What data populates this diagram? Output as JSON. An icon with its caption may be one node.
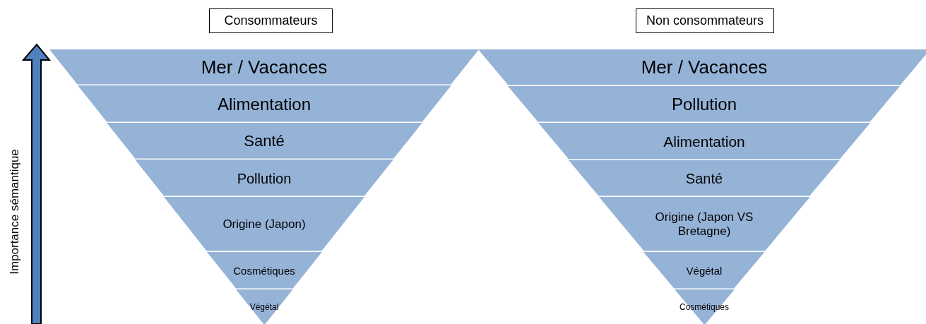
{
  "diagram": {
    "nodes": [
      {
        "text": [
          "Consommateurs"
        ]
      },
      {
        "text": [
          "Non consommateurs"
        ]
      },
      {
        "text": [
          "Mer / Vacances"
        ]
      },
      {
        "text": [
          "Alimentation"
        ]
      },
      {
        "text": [
          "Santé"
        ]
      },
      {
        "text": [
          "Pollution"
        ]
      },
      {
        "text": [
          "Origine (Japon)"
        ]
      },
      {
        "text": [
          "Cosmétiques"
        ]
      },
      {
        "text": [
          "Végétal"
        ]
      },
      {
        "text": [
          "Mer / Vacances"
        ]
      },
      {
        "text": [
          "Pollution"
        ]
      },
      {
        "text": [
          "Alimentation"
        ]
      },
      {
        "text": [
          "Santé"
        ]
      },
      {
        "text": [
          "Origine (Japon VS Bretagne)"
        ]
      },
      {
        "text": [
          "Végétal"
        ]
      },
      {
        "text": [
          "Cosmétiques"
        ]
      }
    ],
    "labels": [
      "Importance sémantique"
    ]
  }
}
